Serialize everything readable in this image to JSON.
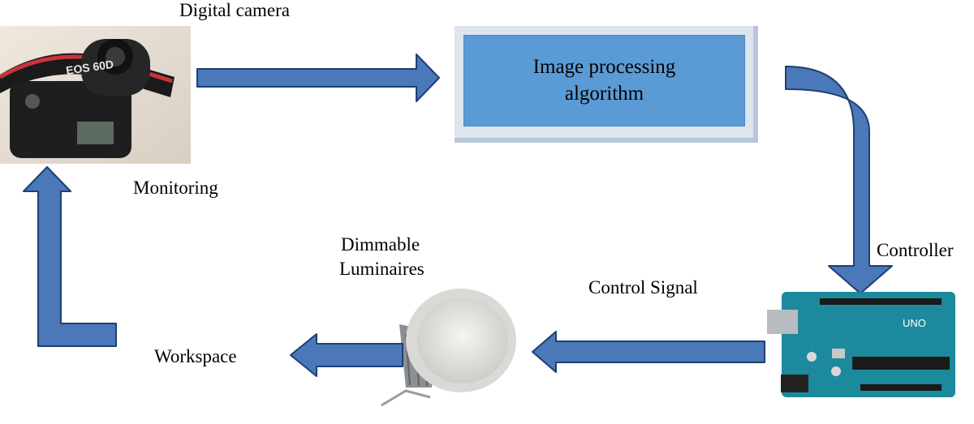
{
  "camera": {
    "caption": "Digital camera",
    "brand_text": "EOS 60D"
  },
  "process": {
    "line1": "Image processing",
    "line2": "algorithm"
  },
  "labels": {
    "monitoring": "Monitoring",
    "controller": "Controller",
    "control_signal": "Control Signal",
    "luminaires_line1": "Dimmable",
    "luminaires_line2": "Luminaires",
    "workspace": "Workspace"
  },
  "board": {
    "brand_text": "UNO"
  },
  "colors": {
    "arrow_fill": "#4a78b8",
    "arrow_stroke": "#1f3f73",
    "process_fill": "#5b9bd5",
    "board_fill": "#1c8a9c"
  }
}
